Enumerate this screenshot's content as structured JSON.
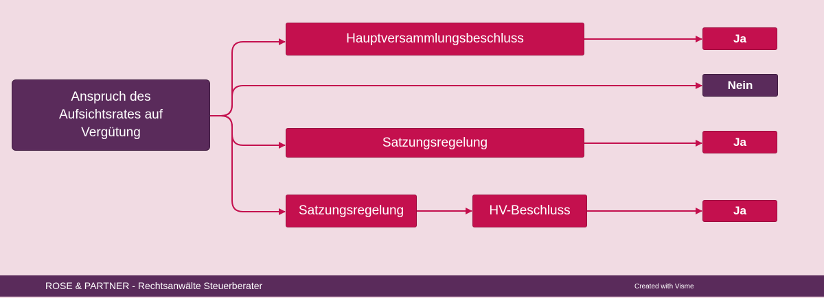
{
  "diagram": {
    "root": "Anspruch des Aufsichtsrates auf Vergütung",
    "branches": [
      {
        "steps": [
          "Hauptversammlungsbeschluss"
        ],
        "result": "Ja"
      },
      {
        "steps": [],
        "result": "Nein"
      },
      {
        "steps": [
          "Satzungsregelung"
        ],
        "result": "Ja"
      },
      {
        "steps": [
          "Satzungsregelung",
          "HV-Beschluss"
        ],
        "result": "Ja"
      }
    ]
  },
  "colors": {
    "background": "#f1dbe3",
    "primary": "#c4104e",
    "secondary": "#5a2b5b"
  },
  "footer": {
    "company": "ROSE & PARTNER - Rechtsanwälte Steuerberater",
    "credit": "Created with Visme"
  }
}
